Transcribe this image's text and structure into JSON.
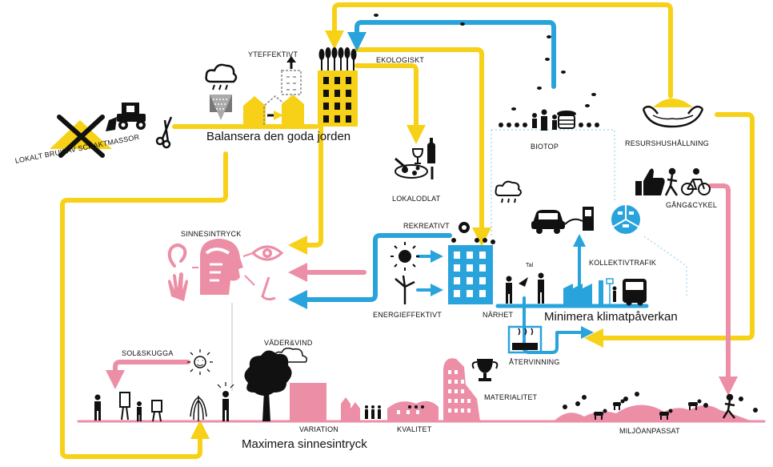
{
  "labels": {
    "lokalt_bruk": "LOKALT BRUK AV SCHAKTMASSOR",
    "yteffektivt": "YTEFFEKTIVT",
    "ekologiskt": "EKOLOGISKT",
    "biotop": "BIOTOP",
    "resurshushallning": "RESURSHUSHÅLLNING",
    "lokalodlat": "LOKALODLAT",
    "gang_cykel": "GÅNG&CYKEL",
    "sinnesintryck": "SINNESINTRYCK",
    "rekreativt": "REKREATIVT",
    "energieffektivt": "ENERGIEFFEKTIVT",
    "narhet": "NÄRHET",
    "kollektivtrafik": "KOLLEKTIVTRAFIK",
    "atervinning": "ÅTERVINNING",
    "sol_skugga": "SOL&SKUGGA",
    "vader_vind": "VÄDER&VIND",
    "materialitet": "MATERIALITET",
    "variation": "VARIATION",
    "kvalitet": "KVALITET",
    "miljoanpassat": "MILJÖANPASSAT",
    "tal": "Tal"
  },
  "headings": {
    "balansera": "Balansera den goda jorden",
    "minimera": "Minimera klimatpåverkan",
    "maximera": "Maximera sinnesintryck"
  },
  "colors": {
    "yellow": "#f7d117",
    "blue": "#29a3dc",
    "pink": "#ec8ea6",
    "black": "#111111"
  },
  "icons": [
    "crossed-dirt-pile-icon",
    "bulldozer-icon",
    "scissors-icon",
    "rain-cloud-icon",
    "wheat-icon",
    "building-icon",
    "bee-icon",
    "beehive-icon",
    "family-icon",
    "hands-holding-icon",
    "wine-glass-icon",
    "bottle-icon",
    "plate-icon",
    "thumbs-up-icon",
    "walking-person-icon",
    "bicycle-icon",
    "car-icon",
    "charging-station-icon",
    "transport-circle-icon",
    "head-profile-icon",
    "ear-icon",
    "eye-icon",
    "hand-icon",
    "nose-icon",
    "sun-icon",
    "wind-turbine-icon",
    "bus-icon",
    "factory-icon",
    "recycling-tank-icon",
    "trophy-icon",
    "tree-icon",
    "fountain-icon",
    "painter-icon",
    "cloud-wind-icon",
    "goat-icon",
    "flower-icon"
  ]
}
